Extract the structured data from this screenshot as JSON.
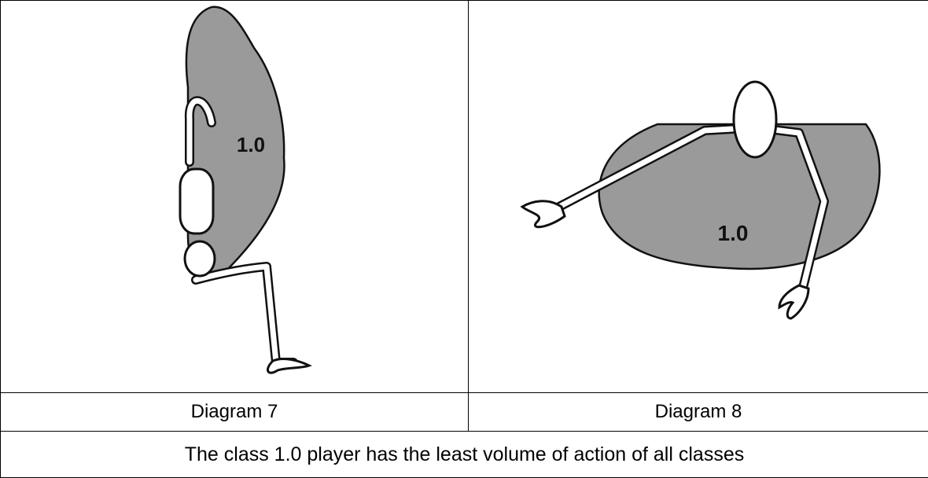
{
  "diagram_left": {
    "class_label": "1.0",
    "caption": "Diagram 7"
  },
  "diagram_right": {
    "class_label": "1.0",
    "caption": "Diagram 8"
  },
  "note": "The class 1.0 player has the least volume of action of all classes"
}
